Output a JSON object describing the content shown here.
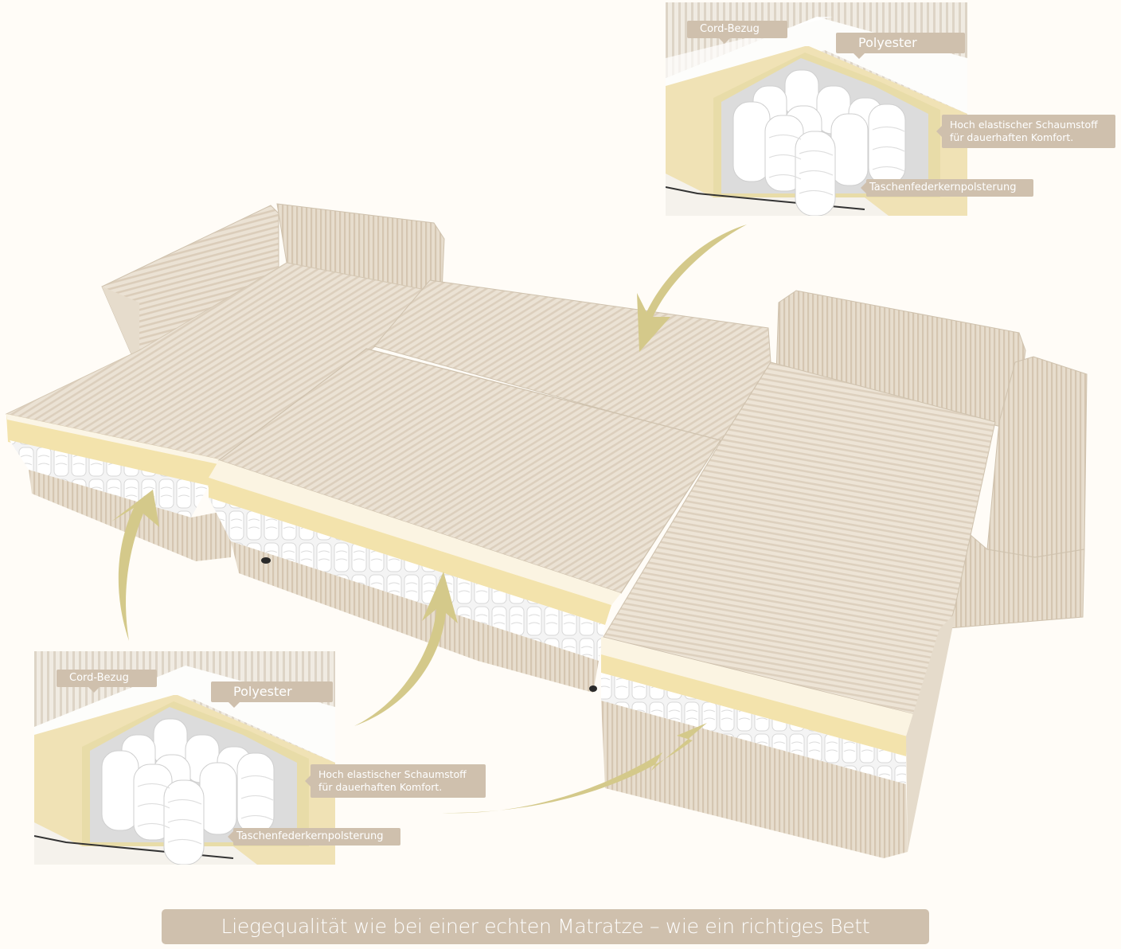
{
  "colors": {
    "background": "#fffcf7",
    "label_bg": "#cfc0ad",
    "label_text": "#ffffff",
    "arrow": "#d4c98a",
    "fabric": "#e9dfd0",
    "foam": "#f2e3b0",
    "springs": "#ffffff"
  },
  "inset_top_right": {
    "labels": {
      "cover": "Cord-Bezug",
      "polyester": "Polyester",
      "foam_line1": "Hoch elastischer Schaumstoff",
      "foam_line2": "für dauerhaften Komfort.",
      "pocket_springs": "Taschenfederkernpolsterung"
    }
  },
  "inset_bottom_left": {
    "labels": {
      "cover": "Cord-Bezug",
      "polyester": "Polyester",
      "foam_line1": "Hoch elastischer Schaumstoff",
      "foam_line2": "für dauerhaften Komfort.",
      "pocket_springs": "Taschenfederkernpolsterung"
    }
  },
  "caption": "Liegequalität wie bei einer echten Matratze – wie ein richtiges Bett",
  "icons": {
    "arrow": "curved-arrow",
    "spring": "pocket-spring-coil"
  }
}
